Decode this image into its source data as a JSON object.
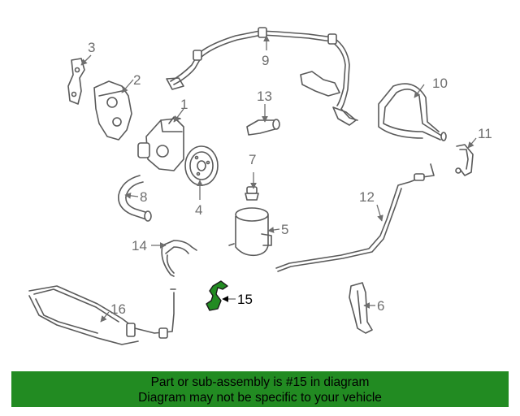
{
  "diagram": {
    "callouts": {
      "p1": "1",
      "p2": "2",
      "p3": "3",
      "p4": "4",
      "p5": "5",
      "p6": "6",
      "p7": "7",
      "p8": "8",
      "p9": "9",
      "p10": "10",
      "p11": "11",
      "p12": "12",
      "p13": "13",
      "p14": "14",
      "p15": "15",
      "p16": "16"
    },
    "highlighted_part": "15",
    "highlight_color": "#228b22"
  },
  "banner": {
    "line1": "Part or sub-assembly is #15 in diagram",
    "line2": "Diagram may not be specific to your vehicle",
    "background": "#228b22"
  }
}
